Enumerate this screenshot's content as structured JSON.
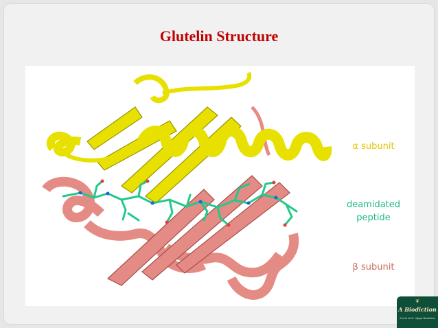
{
  "slide": {
    "title": "Glutelin Structure"
  },
  "figure": {
    "labels": {
      "alpha": "α subunit",
      "peptide_line1": "deamidated",
      "peptide_line2": "peptide",
      "beta": "β subunit"
    },
    "colors": {
      "alpha": "#e8e000",
      "peptide": "#22c98a",
      "beta": "#e58b85"
    },
    "icons": [
      "protein-structure-illustration"
    ]
  },
  "logo": {
    "text": "A Biodiction",
    "tagline": "A Unit of Dr. Vijaya Biodiction"
  }
}
